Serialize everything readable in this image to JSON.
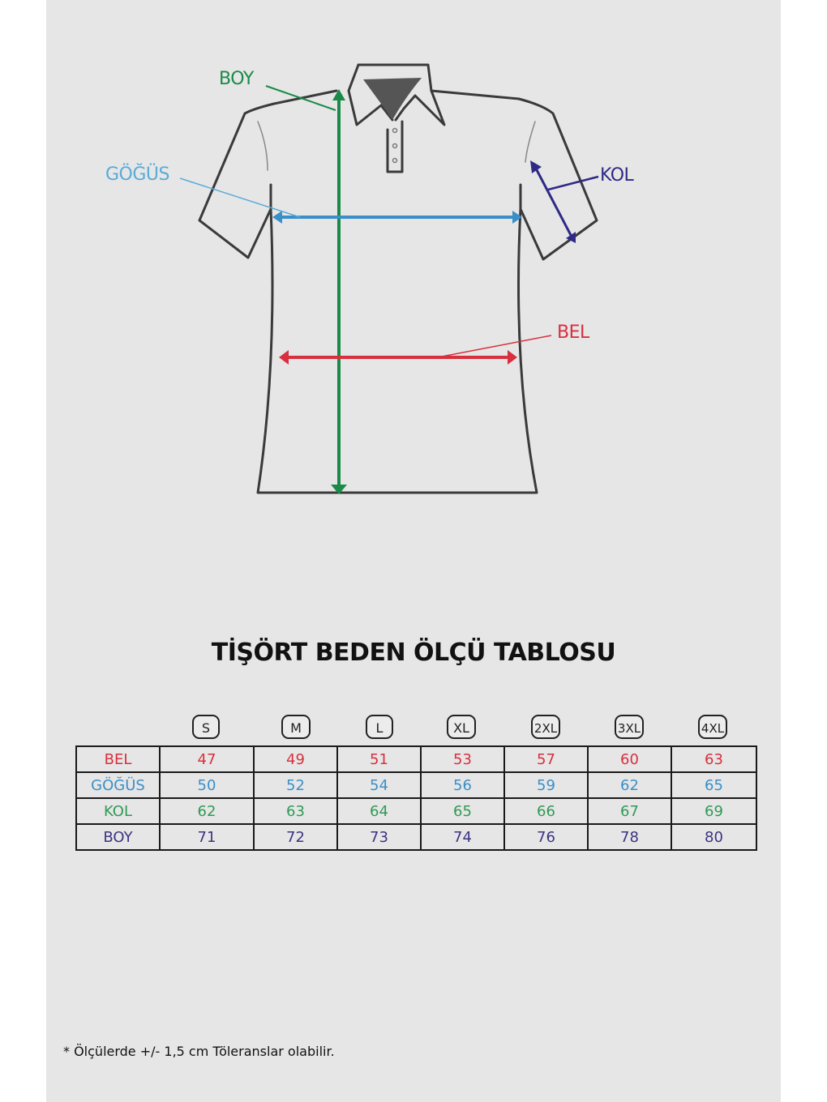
{
  "diagram": {
    "labels": {
      "boy": "BOY",
      "gogus": "GÖĞÜS",
      "kol": "KOL",
      "bel": "BEL"
    },
    "colors": {
      "bel": "#d8303e",
      "gogus": "#3a8fc8",
      "kol": "#2e2a86",
      "boy": "#1a8a48",
      "outline": "#3a3a3a",
      "background": "#e6e6e6"
    }
  },
  "table": {
    "title": "TİŞÖRT BEDEN ÖLÇÜ TABLOSU",
    "sizes": [
      "S",
      "M",
      "L",
      "XL",
      "2XL",
      "3XL",
      "4XL"
    ],
    "rows": [
      {
        "label": "BEL",
        "color": "#d8303e",
        "values": [
          "47",
          "49",
          "51",
          "53",
          "57",
          "60",
          "63"
        ]
      },
      {
        "label": "GÖĞÜS",
        "color": "#3a8fc8",
        "values": [
          "50",
          "52",
          "54",
          "56",
          "59",
          "62",
          "65"
        ]
      },
      {
        "label": "KOL",
        "color": "#2f9a55",
        "values": [
          "62",
          "63",
          "64",
          "65",
          "66",
          "67",
          "69"
        ]
      },
      {
        "label": "BOY",
        "color": "#3b3480",
        "values": [
          "71",
          "72",
          "73",
          "74",
          "76",
          "78",
          "80"
        ]
      }
    ]
  },
  "footnote": "* Ölçülerde +/- 1,5 cm Töleranslar olabilir."
}
